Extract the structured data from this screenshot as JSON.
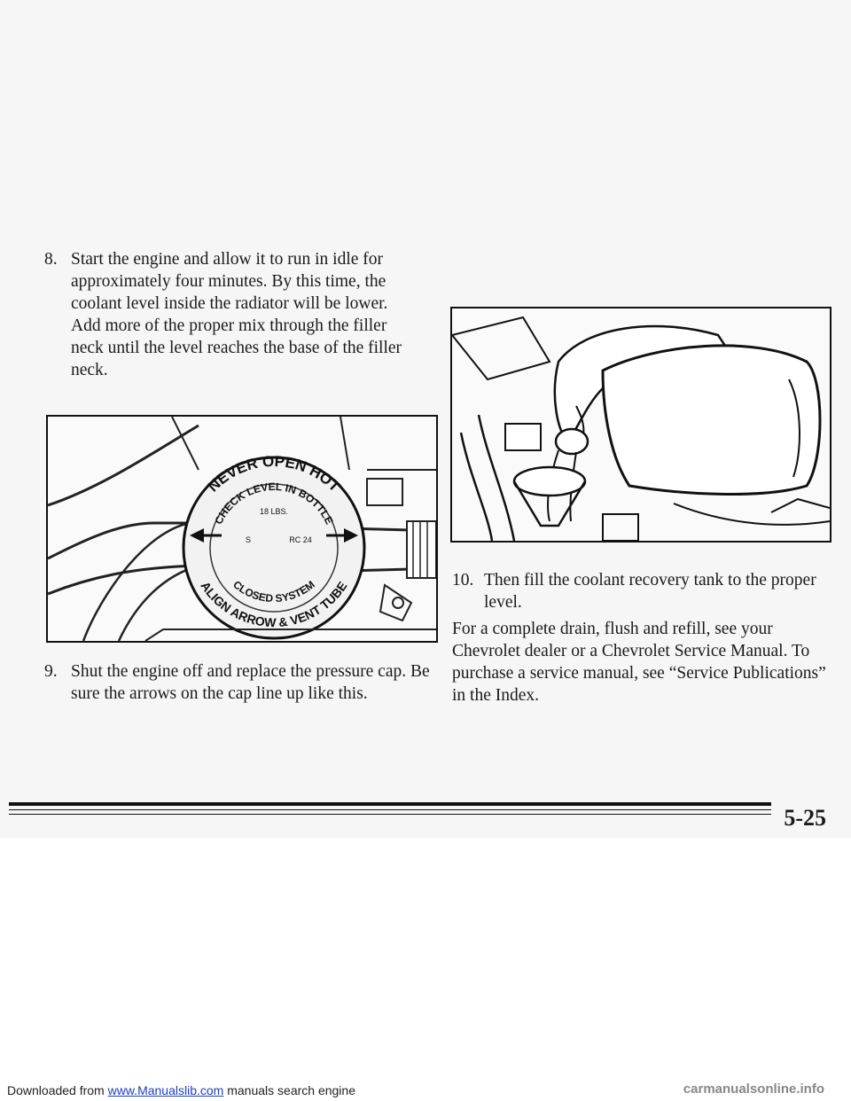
{
  "steps": {
    "step8": {
      "number": "8.",
      "text": "Start the engine and allow it to run in idle for approximately four minutes. By this time, the coolant level inside the radiator will be lower. Add more of the proper mix through the filler neck until the level reaches the base of the filler neck."
    },
    "step9": {
      "number": "9.",
      "text": "Shut the engine off and replace the pressure cap. Be sure the arrows on the cap line up like this."
    },
    "step10": {
      "number": "10.",
      "text": "Then fill the coolant recovery tank to the proper level."
    }
  },
  "body_paragraph": "For a complete drain, flush and refill, see your Chevrolet dealer or a Chevrolet Service Manual. To purchase a service manual, see “Service Publications” in the Index.",
  "cap_labels": {
    "never_open_hot": "NEVER OPEN HOT",
    "check_level": "CHECK LEVEL IN BOTTLE",
    "pressure": "18 LBS.",
    "s": "S",
    "rc": "RC 24",
    "closed_system": "CLOSED SYSTEM",
    "align": "ALIGN ARROW & VENT TUBE"
  },
  "page_number": "5-25",
  "footer": {
    "prefix": "Downloaded from ",
    "link": "www.Manualslib.com",
    "suffix": " manuals search engine",
    "watermark": "carmanualsonline.info"
  }
}
